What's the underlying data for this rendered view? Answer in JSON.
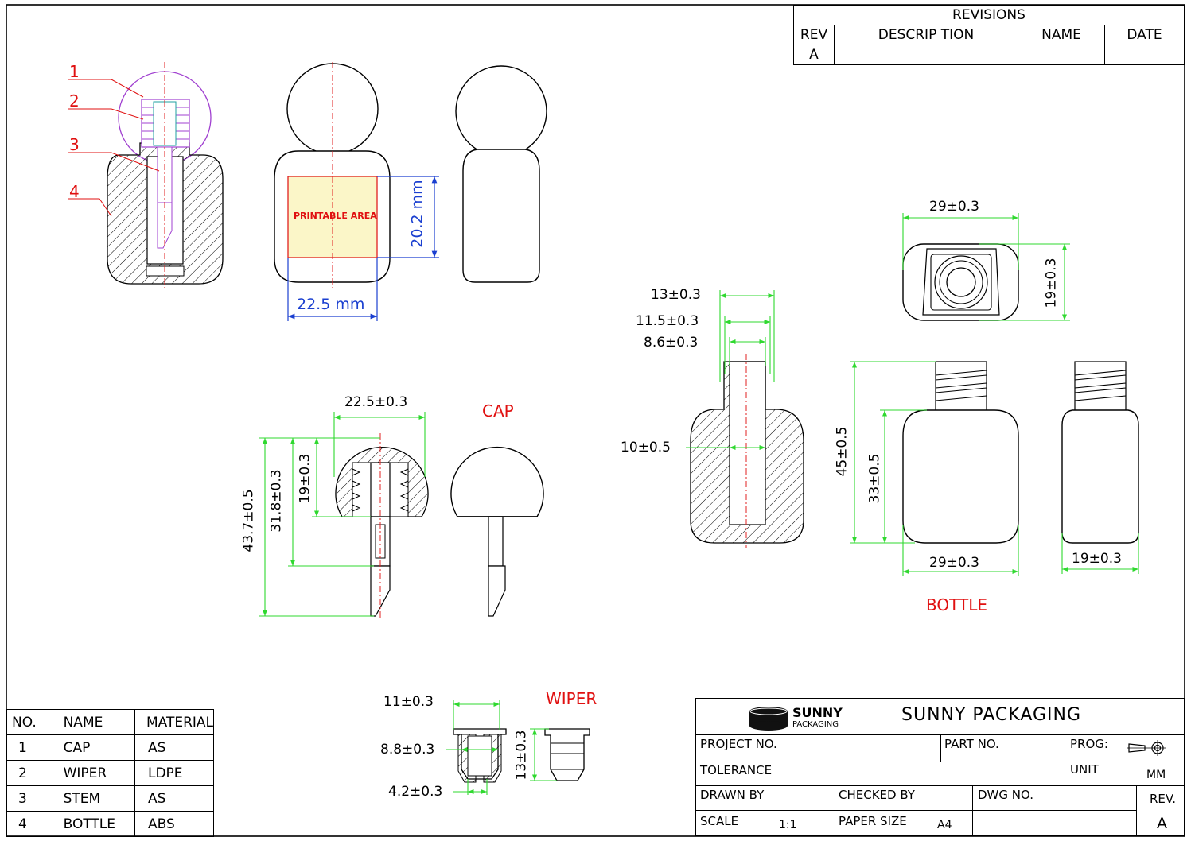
{
  "revisions": {
    "title": "REVISIONS",
    "headers": [
      "REV",
      "DESCRIP TION",
      "NAME",
      "DATE"
    ],
    "rows": [
      [
        "A",
        "",
        "",
        ""
      ]
    ]
  },
  "callouts": [
    "1",
    "2",
    "3",
    "4"
  ],
  "front_view": {
    "printable_area": "PRINTABLE AREA",
    "height_label": "20.2 mm",
    "width_label": "22.5 mm"
  },
  "cap": {
    "title": "CAP",
    "dims": {
      "width": "22.5±0.3",
      "total_height": "43.7±0.5",
      "stem_height": "31.8±0.3",
      "thread_height": "19±0.3"
    }
  },
  "bottle": {
    "title": "BOTTLE",
    "neck_dims": {
      "outer": "13±0.3",
      "mid": "11.5±0.3",
      "inner": "8.6±0.3",
      "bore": "10±0.5"
    },
    "top_dims": {
      "width": "29±0.3",
      "depth": "19±0.3"
    },
    "side_dims": {
      "height": "45±0.5",
      "body_height": "33±0.5",
      "width": "29±0.3",
      "depth": "19±0.3"
    }
  },
  "wiper": {
    "title": "WIPER",
    "dims": {
      "outer": "11±0.3",
      "mid": "8.8±0.3",
      "inner": "4.2±0.3",
      "height": "13±0.3"
    }
  },
  "parts_table": {
    "headers": [
      "NO.",
      "NAME",
      "MATERIAL"
    ],
    "rows": [
      [
        "1",
        "CAP",
        "AS"
      ],
      [
        "2",
        "WIPER",
        "LDPE"
      ],
      [
        "3",
        "STEM",
        "AS"
      ],
      [
        "4",
        "BOTTLE",
        "ABS"
      ]
    ]
  },
  "title_block": {
    "logo_top": "SUNNY",
    "logo_bottom": "PACKAGING",
    "company": "SUNNY PACKAGING",
    "project_no": "PROJECT NO.",
    "part_no": "PART NO.",
    "prog": "PROG:",
    "tolerance": "TOLERANCE",
    "unit": "UNIT",
    "unit_value": "MM",
    "drawn_by": "DRAWN BY",
    "checked_by": "CHECKED BY",
    "dwg_no": "DWG NO.",
    "rev": "REV.",
    "scale": "SCALE",
    "scale_value": "1:1",
    "paper_size": "PAPER SIZE",
    "paper_value": "A4",
    "rev_value": "A"
  },
  "colors": {
    "dimension": "#2fd82f",
    "callout": "#e01010",
    "front_dim": "#1a3fd0",
    "printable_fill": "#fbf6c8",
    "center_line": "#e02020",
    "cap_outline": "#a040d0"
  }
}
